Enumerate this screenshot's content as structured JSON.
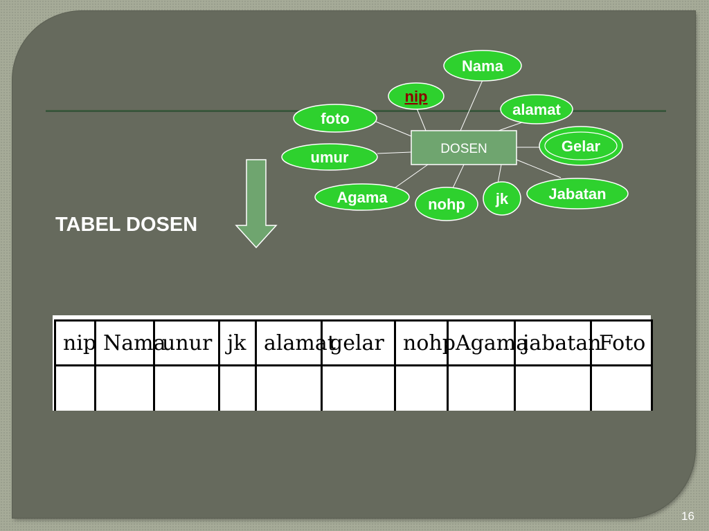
{
  "entity": {
    "label": "DOSEN"
  },
  "attributes": {
    "nama": "Nama",
    "nip": "nip",
    "foto": "foto",
    "alamat": "alamat",
    "gelar": "Gelar",
    "umur": "umur",
    "jabatan": "Jabatan",
    "agama": "Agama",
    "nohp": "nohp",
    "jk": "jk"
  },
  "title": "TABEL DOSEN",
  "table": {
    "columns": [
      "nip",
      "Nama",
      "unur",
      "jk",
      "alamat",
      "gelar",
      "nohp",
      "Agama",
      "jabatan",
      "Foto"
    ]
  },
  "page_number": "16",
  "colors": {
    "attribute_fill": "#2ed12e",
    "entity_fill": "#6fa56f",
    "arrow_fill": "#6fa56f",
    "primary_key_text": "#8b0000",
    "panel": "#666a5d"
  }
}
